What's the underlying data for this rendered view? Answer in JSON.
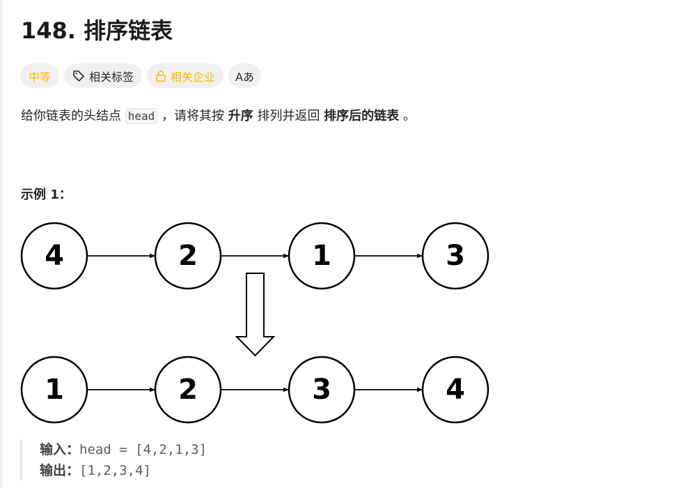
{
  "problem": {
    "title": "148. 排序链表"
  },
  "tags": {
    "difficulty": "中等",
    "topics": "相关标签",
    "companies": "相关企业",
    "translate": "Aあ"
  },
  "colors": {
    "difficulty_medium": "#ffb800",
    "tag_bg": "#f0f0f0",
    "text": "#262626"
  },
  "icons": {
    "topics": "tag-icon",
    "companies": "lock-icon",
    "translate": "translate-icon"
  },
  "description": {
    "part1": "给你链表的头结点 ",
    "code": "head",
    "part2": " ，请将其按 ",
    "bold1": "升序",
    "part3": " 排列并返回 ",
    "bold2": "排序后的链表",
    "part4": " 。"
  },
  "example": {
    "heading": "示例 1：",
    "input_nodes": [
      "4",
      "2",
      "1",
      "3"
    ],
    "output_nodes": [
      "1",
      "2",
      "3",
      "4"
    ],
    "input_label": "输入：",
    "input_value": "head = [4,2,1,3]",
    "output_label": "输出：",
    "output_value": "[1,2,3,4]"
  }
}
